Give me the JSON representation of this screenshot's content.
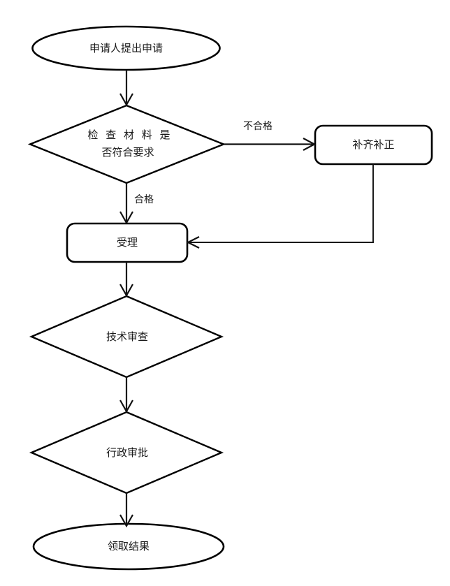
{
  "diagram": {
    "type": "flowchart",
    "title": "",
    "orientation": "top-to-bottom",
    "background_color": "#ffffff",
    "line_color": "#111111",
    "text_color": "#1a1a1a"
  },
  "nodes": {
    "start": {
      "id": "start",
      "shape": "ellipse",
      "label": "申请人提出申请"
    },
    "check_materials": {
      "id": "check_materials",
      "shape": "diamond",
      "label_line1": "检 查 材 料 是",
      "label_line2": "否符合要求",
      "label": "检查材料是否符合要求"
    },
    "supplement": {
      "id": "supplement",
      "shape": "rounded-rectangle",
      "label": "补齐补正"
    },
    "accept": {
      "id": "accept",
      "shape": "rounded-rectangle",
      "label": "受理"
    },
    "technical_review": {
      "id": "technical_review",
      "shape": "diamond",
      "label": "技术审查"
    },
    "administrative_approval": {
      "id": "administrative_approval",
      "shape": "diamond",
      "label": "行政审批"
    },
    "end": {
      "id": "end",
      "shape": "ellipse",
      "label": "领取结果"
    }
  },
  "edges": [
    {
      "id": "e1",
      "from": "start",
      "to": "check_materials",
      "label": ""
    },
    {
      "id": "e2",
      "from": "check_materials",
      "to": "supplement",
      "label": "不合格"
    },
    {
      "id": "e3",
      "from": "check_materials",
      "to": "accept",
      "label": "合格"
    },
    {
      "id": "e4",
      "from": "supplement",
      "to": "accept",
      "label": ""
    },
    {
      "id": "e5",
      "from": "accept",
      "to": "technical_review",
      "label": ""
    },
    {
      "id": "e6",
      "from": "technical_review",
      "to": "administrative_approval",
      "label": ""
    },
    {
      "id": "e7",
      "from": "administrative_approval",
      "to": "end",
      "label": ""
    }
  ],
  "edge_labels": {
    "fail": "不合格",
    "pass": "合格"
  }
}
